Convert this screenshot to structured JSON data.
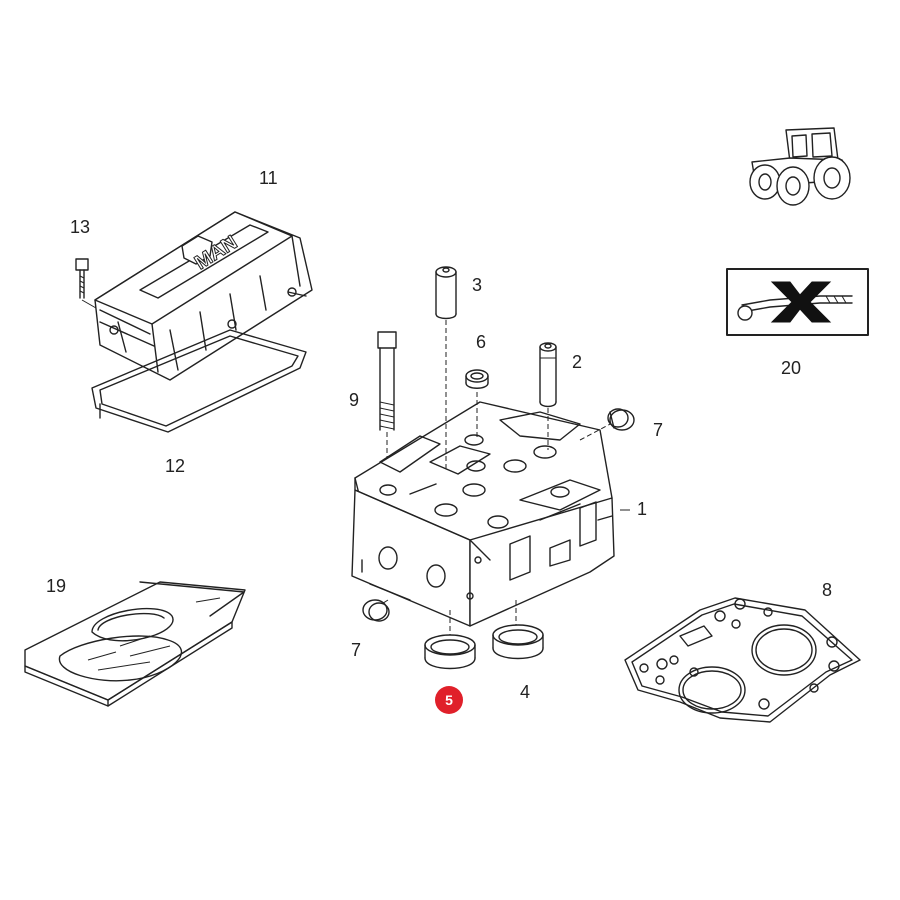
{
  "callouts": {
    "p1": "1",
    "p2": "2",
    "p3": "3",
    "p4": "4",
    "p5": "5",
    "p6": "6",
    "p7a": "7",
    "p7b": "7",
    "p8": "8",
    "p9": "9",
    "p11": "11",
    "p12": "12",
    "p13": "13",
    "p19": "19",
    "p20": "20"
  },
  "cover_logo": "MAN",
  "colors": {
    "line": "#222222",
    "highlight": "#e0202a",
    "background": "#ffffff"
  },
  "icons": {
    "tractor": "tractor-icon",
    "no_tool": "crossed-out-tool-icon"
  },
  "highlighted_part": "5"
}
